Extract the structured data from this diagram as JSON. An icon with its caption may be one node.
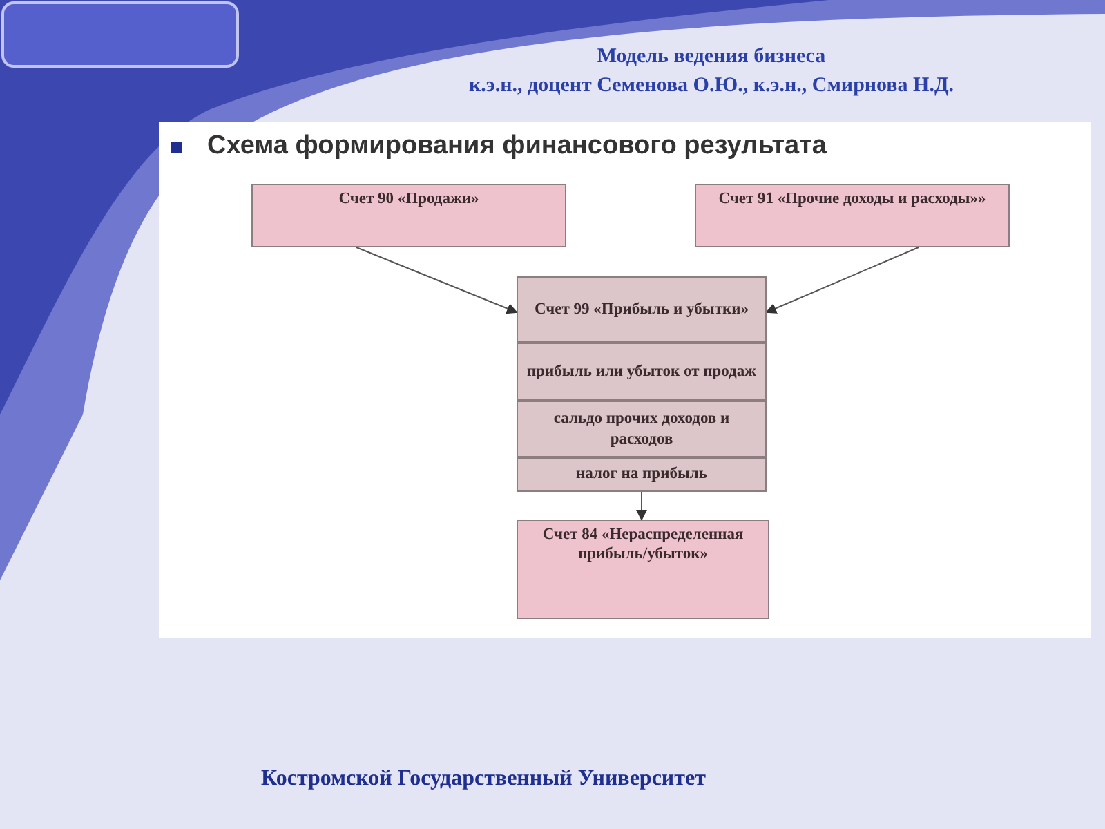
{
  "diagram": {
    "title": "Схема формирования финансового результата",
    "nodes": [
      {
        "text": [
          "Счет 90 «Продажи»"
        ]
      },
      {
        "text": [
          "Счет 91 «Прочие доходы и расходы»»"
        ]
      },
      {
        "text": [
          "Счет 99 «Прибыль и убытки»"
        ]
      },
      {
        "text": [
          "прибыль или убыток от продаж"
        ]
      },
      {
        "text": [
          "сальдо прочих доходов и расходов"
        ]
      },
      {
        "text": [
          "налог на прибыль"
        ]
      },
      {
        "text": [
          "Счет 84 «Нераспределенная прибыль/убыток»"
        ]
      }
    ],
    "edges": [
      {
        "from": 0,
        "to": 2,
        "arrow": "to"
      },
      {
        "from": 1,
        "to": 2,
        "arrow": "to"
      },
      {
        "from": 5,
        "to": 6,
        "arrow": "to"
      }
    ],
    "labels": [
      "Модель ведения бизнеса",
      "к.э.н., доцент Семенова О.Ю., к.э.н., Смирнова Н.Д.",
      "Костромской Государственный Университет"
    ]
  }
}
